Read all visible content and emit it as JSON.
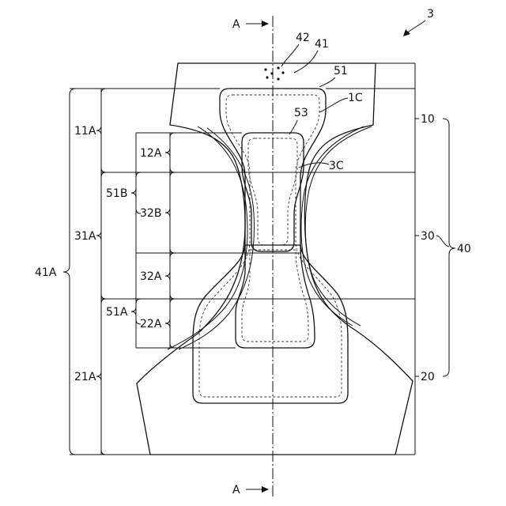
{
  "figure": {
    "ref": "3",
    "section": {
      "top": "A",
      "bottom": "A"
    },
    "labels": {
      "l42": "42",
      "l41": "41",
      "l51": "51",
      "l1C": "1C",
      "l53": "53",
      "l3C": "3C",
      "l10": "10",
      "l30": "30",
      "l40": "40",
      "l20": "20",
      "l11A": "11A",
      "l12A": "12A",
      "l51B": "51B",
      "l32B": "32B",
      "l31A": "31A",
      "l41A": "41A",
      "l32A": "32A",
      "l51A": "51A",
      "l22A": "22A",
      "l21A": "21A"
    }
  }
}
